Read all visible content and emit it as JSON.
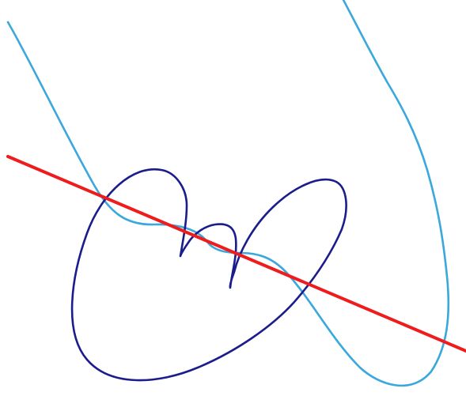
{
  "figure": {
    "background": "#ffffff",
    "curves": [
      {
        "name": "light-blue-curve",
        "color": "#3aa8dc"
      },
      {
        "name": "dark-blue-loop-curve",
        "color": "#1b1d8c"
      },
      {
        "name": "red-line",
        "color": "#ee1c1c"
      }
    ]
  }
}
